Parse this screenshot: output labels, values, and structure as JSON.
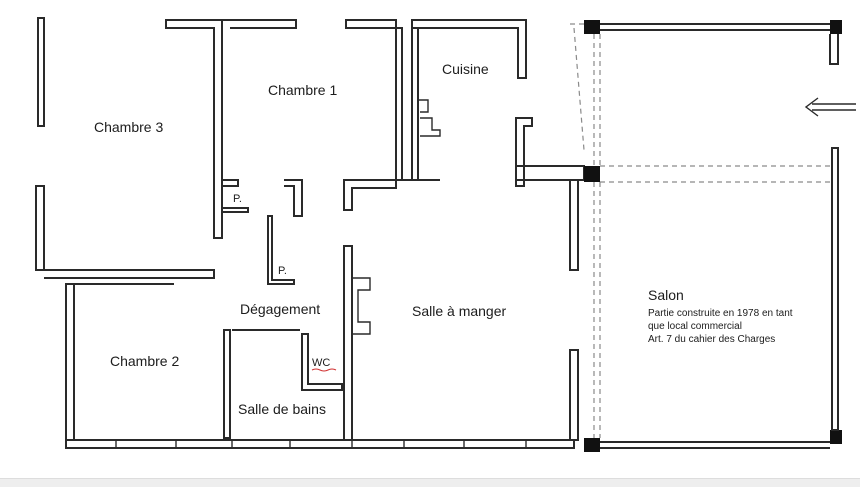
{
  "rooms": {
    "chambre3": "Chambre 3",
    "chambre1": "Chambre 1",
    "cuisine": "Cuisine",
    "chambre2": "Chambre 2",
    "degagement": "Dégagement",
    "salle_a_manger": "Salle à manger",
    "salle_de_bains": "Salle de bains",
    "wc": "WC",
    "placard1": "P.",
    "placard2": "P.",
    "salon": "Salon"
  },
  "salon_note": {
    "line1": "Partie construite en 1978 en tant",
    "line2": "que local commercial",
    "line3": "Art. 7 du cahier des Charges"
  },
  "icons": {
    "entry": "entry-arrow-icon"
  }
}
